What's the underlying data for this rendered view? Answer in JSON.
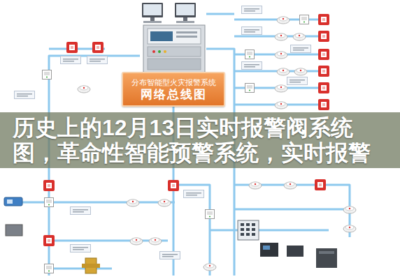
{
  "diagram": {
    "title": "历史上的12月13日实时报警阀系统图，革命性智能预警系统，实时报警",
    "nodes": [
      {
        "text": [
          "分布智能型火灾报警系统",
          "网络总线图"
        ]
      }
    ]
  }
}
